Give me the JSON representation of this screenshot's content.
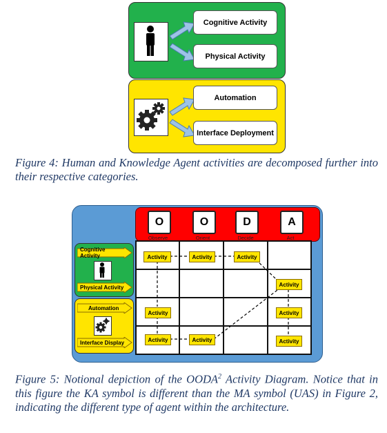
{
  "figure4": {
    "labels": [
      "Cognitive Activity",
      "Physical Activity",
      "Automation",
      "Interface Deployment"
    ],
    "caption": "Figure 4: Human and Knowledge Agent activities are decomposed further into their respective categories."
  },
  "figure5": {
    "phases": [
      {
        "letter": "O",
        "word": "Observe"
      },
      {
        "letter": "O",
        "word": "Orient"
      },
      {
        "letter": "D",
        "word": "Decide"
      },
      {
        "letter": "A",
        "word": "Act"
      }
    ],
    "row_labels": {
      "cognitive": "Cognitive Activity",
      "physical": "Physical Activity",
      "automation": "Automation",
      "interface": "Interface Display"
    },
    "activity_label": "Activity",
    "caption_part1": "Figure 5: Notional depiction of the OODA",
    "caption_sup": "2",
    "caption_part2": " Activity Diagram. Notice that in this figure the KA symbol is different than the MA symbol (UAS) in Figure 2, indicating the different type of agent within the architecture."
  },
  "colors": {
    "human_green": "#22b14c",
    "agent_yellow": "#ffe500",
    "ooda_red": "#ff0000",
    "panel_blue": "#5b9bd5",
    "arrow_blue": "#9dc3e6"
  },
  "icons": [
    "person-icon",
    "gears-icon"
  ]
}
